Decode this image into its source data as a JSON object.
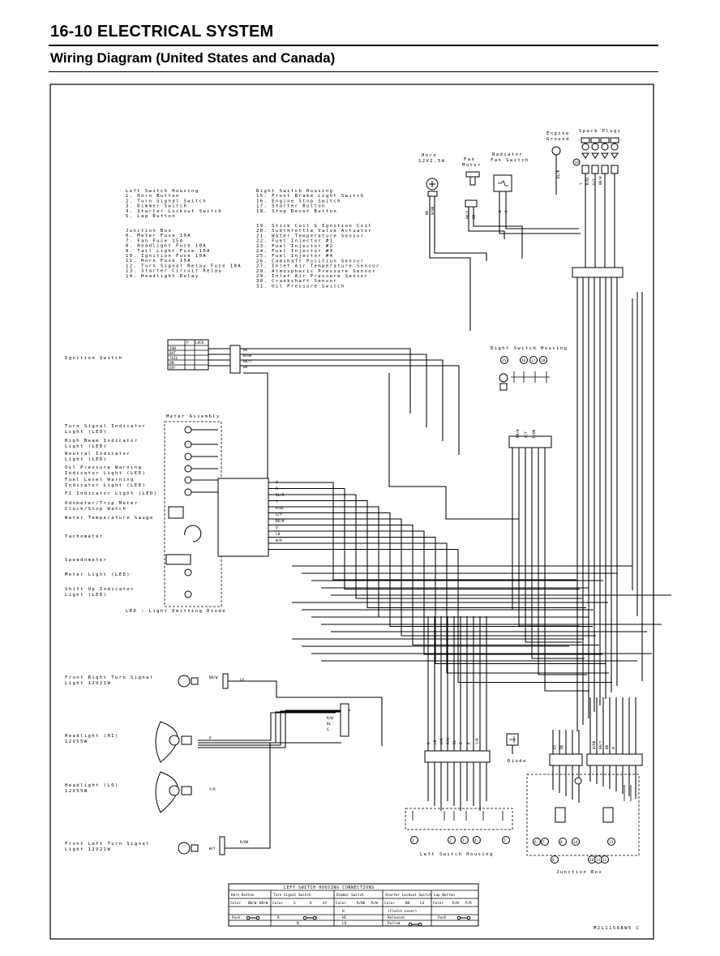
{
  "header": {
    "section": "16-10 ELECTRICAL SYSTEM",
    "title": "Wiring Diagram (United States and Canada)"
  },
  "top_components": {
    "horn": [
      "Horn",
      "12V2.5A"
    ],
    "fan_motor": [
      "Fan",
      "Motor"
    ],
    "radiator_fan_switch": [
      "Radiator",
      "Fan Switch"
    ],
    "engine_ground": [
      "Engine",
      "Ground"
    ],
    "spark_plugs": "Spark Plugs"
  },
  "legend_left": {
    "left_switch": [
      "Left Switch Housing",
      "1. Horn Button",
      "2. Turn Signal Switch",
      "3. Dimmer Switch",
      "4. Starter Lockout Switch",
      "5. Lap Button"
    ],
    "junction_box": [
      "Junction Box",
      "6. Meter Fuse 10A",
      "7. Fan Fuse 15A",
      "8. Headlight Fuse 10A",
      "9. Tail Light Fuse 10A",
      "10. Ignition Fuse 10A",
      "11. Horn Fuse 15A",
      "12. Turn Signal Relay Fuse 10A",
      "13. Starter Circuit Relay",
      "14. Headlight Relay"
    ]
  },
  "legend_right": {
    "right_switch": [
      "Right Switch Housing",
      "15. Front Brake Light Switch",
      "16. Engine Stop Switch",
      "17. Starter Button",
      "18. Stop Reset Button"
    ],
    "parts": [
      "19. Stick Coil & Ignition Coil",
      "20. Subthrottle Valve Actuator",
      "21. Water Temperature Sensor",
      "22. Fuel Injector #1",
      "23. Fuel Injector #2",
      "24. Fuel Injector #3",
      "25. Fuel Injector #4",
      "26. Camshaft Position Sensor",
      "27. Inlet Air Temperature Sensor",
      "28. Atmospheric Pressure Sensor",
      "29. Inlet Air Pressure Sensor",
      "30. Crankshaft Sensor",
      "31. Oil Pressure Switch"
    ]
  },
  "ignition_switch": {
    "label": "Ignition Switch",
    "table": [
      "IGN",
      "BAT",
      "TAIL",
      "ON",
      "OFF",
      "LOCK",
      "P"
    ]
  },
  "meter": {
    "title": "Meter Assembly",
    "items": [
      "Turn Signal Indicator",
      "Light (LED)",
      "High Beam Indicator",
      "Light (LED)",
      "Neutral Indicator",
      "Light (LED)",
      "Oil Pressure Warning",
      "Indicator Light (LED)",
      "Fuel Level Warning",
      "Indicator Light (LED)",
      "FI Indicator Light (LED)",
      "Odometer/Trip Meter",
      "Clock/Stop Watch",
      "Water Temperature Gauge"
    ],
    "tachometer": "Tachometer",
    "speedometer": "Speedometer",
    "meter_light": "Meter Light (LED)",
    "shift_up": [
      "Shift Up Indicator",
      "Light (LED)"
    ],
    "led_note": "LED : Light Emitting Diode"
  },
  "front_left_components": {
    "front_right_turn": [
      "Front Right Turn Signal",
      "Light 12V21W"
    ],
    "headlight_hi": [
      "Headlight (HI)",
      "12V55W"
    ],
    "headlight_lo": [
      "Headlight (LO)",
      "12V55W"
    ],
    "front_left_turn": [
      "Front Left Turn Signal",
      "Light 12V21W"
    ]
  },
  "right_switch_housing": "Right Switch Housing",
  "left_switch_housing": "Left Switch Housing",
  "junction_box_label": "Junction Box",
  "diode_label": "Diode",
  "circled_numbers": {
    "right": [
      "15",
      "16",
      "17",
      "18"
    ],
    "left": [
      "1",
      "2",
      "3",
      "4",
      "5"
    ],
    "junction": [
      "6",
      "7",
      "8",
      "9",
      "10",
      "11",
      "12",
      "13",
      "14"
    ],
    "spark": [
      "19"
    ]
  },
  "wire_codes": [
    "BK",
    "W/BK",
    "BK/Y",
    "BR",
    "W",
    "R",
    "BL/R",
    "Y",
    "R/BL",
    "G/Y",
    "BK/W",
    "O",
    "LB",
    "W/R",
    "R/W",
    "BL",
    "G",
    "P",
    "Y/R",
    "BR/W",
    "W/Y",
    "R/BK",
    "GY"
  ],
  "connections_table": {
    "title": "LEFT SWITCH HOUSING CONNECTIONS",
    "headers": [
      "Horn Button",
      "Turn Signal Switch",
      "Dimmer Switch",
      "Starter Lockout Switch",
      "Lap Button"
    ],
    "row_color": [
      "Color",
      "BK/W",
      "BR/W",
      "Color",
      "G",
      "O",
      "GY",
      "Color",
      "R/BK",
      "R/W",
      "Color",
      "BK",
      "LG",
      "Color",
      "R/W",
      "P/R"
    ],
    "row2": [
      "H",
      "(Clutch Lever)"
    ],
    "row3": [
      "Push",
      "R",
      "N",
      "L",
      "HI",
      "LO",
      "Released",
      "Push"
    ],
    "row4": [
      "Pulled"
    ]
  },
  "diagram_code": "M2L1156BW5 C"
}
